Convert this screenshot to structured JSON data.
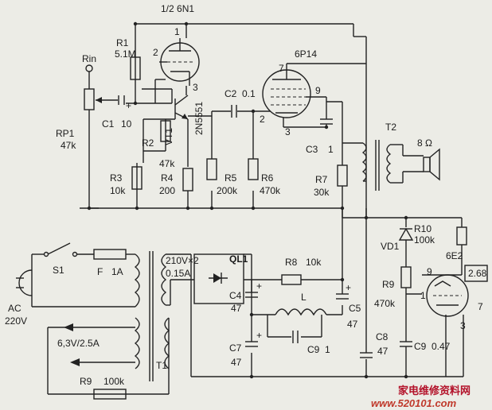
{
  "tubes": {
    "v1_label": "1/2 6N1",
    "v2_label": "6P14",
    "v3_label": "6E2",
    "v3_value": "2.68"
  },
  "pins": {
    "v1_p1": "1",
    "v1_p2": "2",
    "v1_p3": "3",
    "v2_p7": "7",
    "v2_p9": "9",
    "v2_p2": "2",
    "v2_p3": "3",
    "v3_p9": "9",
    "v3_p1": "1",
    "v3_p7": "7",
    "v3_p3": "3",
    "c3_pin": "1"
  },
  "components": {
    "rin": "Rin",
    "r1": "R1",
    "r1_val": "5.1M",
    "rp1": "RP1",
    "rp1_val": "47k",
    "c1": "C1",
    "c1_val": "10",
    "r2": "R2",
    "r2_val": "47k",
    "r3": "R3",
    "r3_val": "10k",
    "r4": "R4",
    "r4_val": "200",
    "vt1": "VT1",
    "transistor": "2N5551",
    "c2": "C2",
    "c2_val": "0.1",
    "r5": "R5",
    "r5_val": "200k",
    "r6": "R6",
    "r6_val": "470k",
    "r7": "R7",
    "r7_val": "30k",
    "c3": "C3",
    "t2": "T2",
    "speaker": "8 Ω",
    "vd1": "VD1",
    "r10": "R10",
    "r10_val": "100k",
    "r9a": "R9",
    "r9a_val": "470k",
    "s1": "S1",
    "f": "F",
    "f_val": "1A",
    "ac": "AC",
    "ac_val": "220V",
    "t1_sec1": "210V×2",
    "t1_sec2": "0.15A",
    "ql1": "QL1",
    "r8": "R8",
    "r8_val": "10k",
    "c4": "C4",
    "c4_val": "47",
    "l": "L",
    "c5": "C5",
    "c5_val": "47",
    "c7": "C7",
    "c7_val": "47",
    "c9a": "C9",
    "c9a_val": "1",
    "c8": "C8",
    "c8_val": "47",
    "c9b": "C9",
    "c9b_val": "0.47",
    "heater": "6,3V/2.5A",
    "r9b": "R9",
    "r9b_val": "100k",
    "t1": "T1"
  },
  "watermark": {
    "text1": "家电维修资料网",
    "text2": "www.520101.com"
  },
  "colors": {
    "ink": "#222222",
    "paper": "#ecece6",
    "watermark": "#b3122a"
  }
}
